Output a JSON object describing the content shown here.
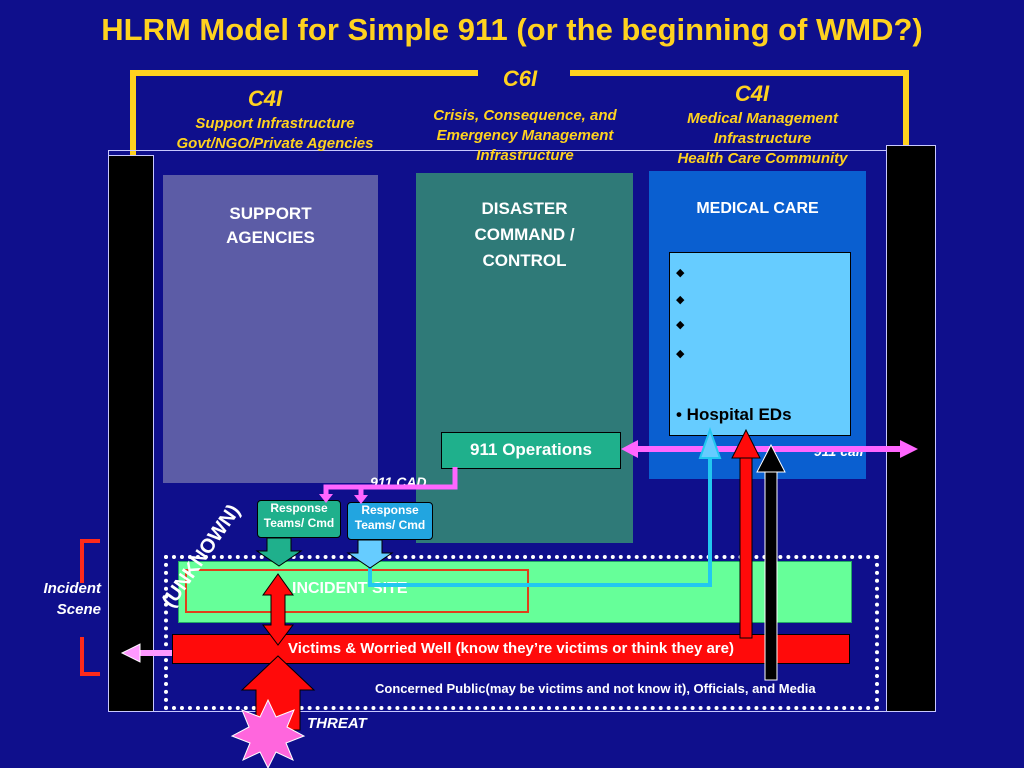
{
  "title": "HLRM Model for Simple 911 (or the beginning of WMD?)",
  "c6i": {
    "heading": "C6I",
    "lines": [
      "Crisis, Consequence, and",
      "Emergency Management",
      "Infrastructure"
    ]
  },
  "c4i_left": {
    "heading": "C4I",
    "lines": [
      "Support Infrastructure",
      "Govt/NGO/Private Agencies"
    ]
  },
  "c4i_right": {
    "heading": "C4I",
    "lines": [
      "Medical  Management",
      "Infrastructure",
      "Health Care Community"
    ]
  },
  "panels": {
    "support": [
      "SUPPORT",
      "AGENCIES"
    ],
    "disaster": [
      "DISASTER",
      "COMMAND /",
      "CONTROL"
    ],
    "medical": "MEDICAL CARE"
  },
  "medical_list": {
    "bullet_glyph": "◆",
    "empty_bullets": 4,
    "hospital": "• Hospital  EDs"
  },
  "ops_label": "911 Operations",
  "cad_label": "911 CAD",
  "call_label": "911 call",
  "response_teams": [
    {
      "line1": "Response",
      "line2": "Teams/ Cmd"
    },
    {
      "line1": "Response",
      "line2": "Teams/ Cmd"
    }
  ],
  "incident_site": "INCIDENT SITE",
  "unknown": "(UNKNOWN)",
  "victims": "Victims & Worried Well (know they’re victims or think they are)",
  "concerned": "Concerned Public(may be victims and not know it), Officials, and Media",
  "incident_scene": [
    "Incident",
    "Scene"
  ],
  "threat": "THREAT",
  "colors": {
    "background": "#0f0f8c",
    "title": "#ffd21f",
    "support_panel": "#5c5ca6",
    "disaster_panel": "#2f7a78",
    "medical_panel": "#0a5fd0",
    "ops_box": "#1fb08c",
    "incident_site": "#66ff99",
    "victims_bar": "#ff0a0a",
    "link_line": "#ff66ff",
    "cyan_line": "#22c8f0"
  }
}
